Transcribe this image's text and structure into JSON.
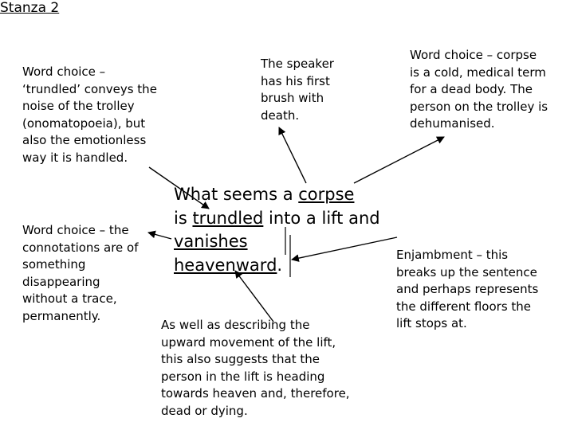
{
  "title": "Stanza 2",
  "notes": {
    "trundled": "Word choice –\n‘trundled’ conveys the\nnoise of the trolley\n(onomatopoeia), but\nalso the emotionless\nway it is handled.",
    "brush": "The speaker\nhas his first\nbrush with\ndeath.",
    "corpse": "Word choice – corpse\nis a cold, medical term\nfor a dead body. The\nperson on the trolley is\ndehumanised.",
    "vanish": "Word choice – the\nconnotations are of\nsomething\ndisappearing\nwithout a trace,\npermanently.",
    "enjambment": "Enjambment – this\nbreaks up the sentence\nand perhaps represents\nthe different floors the\nlift stops at.",
    "heaven": "As well as describing the\nupward movement of the lift,\nthis also suggests that the\nperson in the lift is heading\ntowards heaven and, therefore,\ndead or dying."
  },
  "poem": {
    "line1_pre": "What seems a ",
    "line1_word": "corpse",
    "line2_pre": "is ",
    "line2_word": "trundled",
    "line2_post": " into a lift and",
    "line3": "vanishes",
    "line4": "heavenward",
    "line4_post": "."
  }
}
